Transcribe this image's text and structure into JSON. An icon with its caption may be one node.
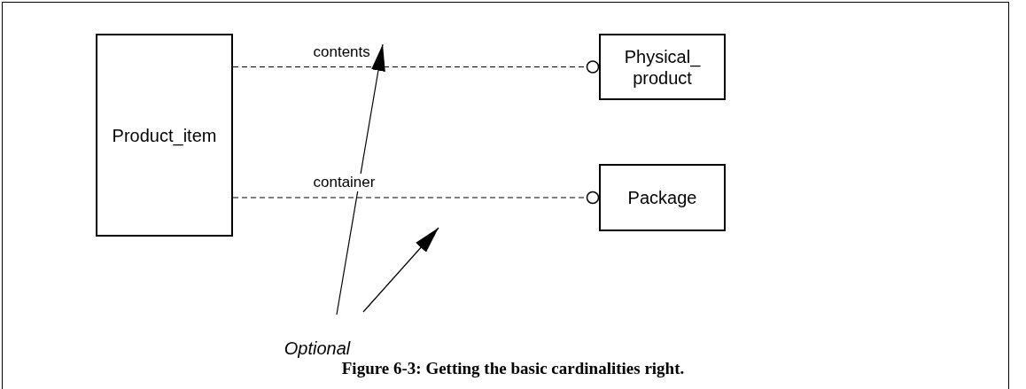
{
  "diagram": {
    "caption": "Figure 6-3: Getting the basic cardinalities right.",
    "nodes": [
      {
        "text": [
          "Product_item"
        ]
      },
      {
        "text": [
          "Physical_ product"
        ]
      },
      {
        "text": [
          "Package"
        ]
      },
      {
        "text": [
          "Optional"
        ]
      }
    ],
    "edges": [
      {
        "from": 0,
        "to": 1,
        "arrow": "other",
        "label": "contents",
        "style": "dashed"
      },
      {
        "from": 0,
        "to": 2,
        "arrow": "other",
        "label": "container",
        "style": "dashed"
      },
      {
        "from": 3,
        "to": null,
        "arrow": "to"
      },
      {
        "from": 3,
        "to": null,
        "arrow": "to"
      }
    ]
  }
}
